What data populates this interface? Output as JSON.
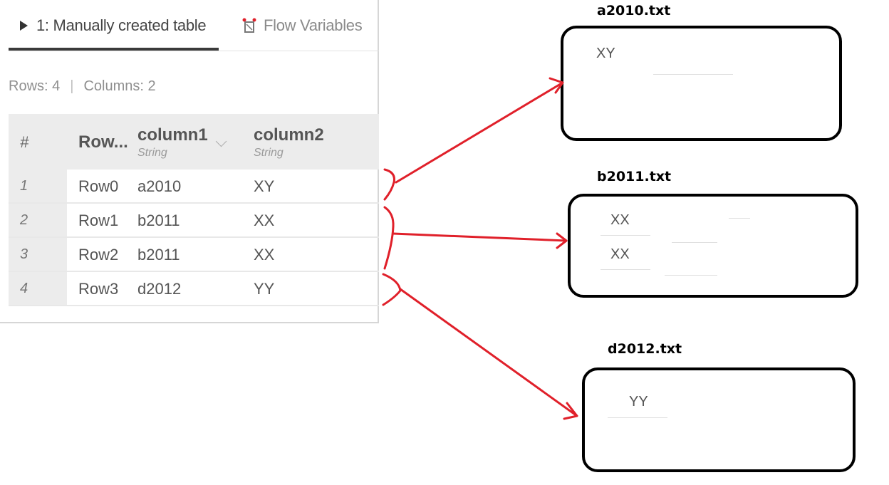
{
  "tabs": {
    "table_tab": "1: Manually created table",
    "flow_tab": "Flow Variables"
  },
  "summary": {
    "rows": "Rows: 4",
    "separator": "|",
    "columns": "Columns: 2"
  },
  "table": {
    "headers": {
      "num": "#",
      "rowid": "Row...",
      "col1_name": "column1",
      "col1_type": "String",
      "col2_name": "column2",
      "col2_type": "String"
    },
    "rows": [
      {
        "num": "1",
        "rowid": "Row0",
        "c1": "a2010",
        "c2": "XY"
      },
      {
        "num": "2",
        "rowid": "Row1",
        "c1": "b2011",
        "c2": "XX"
      },
      {
        "num": "3",
        "rowid": "Row2",
        "c1": "b2011",
        "c2": "XX"
      },
      {
        "num": "4",
        "rowid": "Row3",
        "c1": "d2012",
        "c2": "YY"
      }
    ]
  },
  "files": [
    {
      "name": "a2010.txt",
      "lines": [
        "XY"
      ]
    },
    {
      "name": "b2011.txt",
      "lines": [
        "XX",
        "XX"
      ]
    },
    {
      "name": "d2012.txt",
      "lines": [
        "YY"
      ]
    }
  ],
  "colors": {
    "arrow": "#e0202a",
    "flow_icon": "#e0202a"
  },
  "icons": {
    "table_tab": "play-triangle-icon",
    "flow_tab": "flow-variables-icon"
  }
}
